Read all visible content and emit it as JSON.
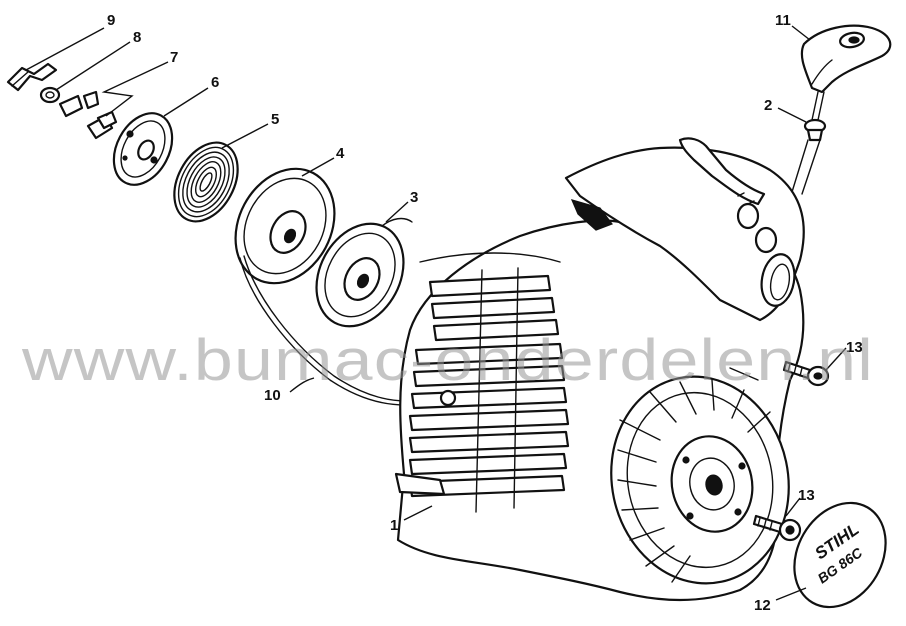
{
  "watermark": "www.bumac-onderdelen.nl",
  "cover_brand": "STIHL",
  "cover_model": "BG 86C",
  "callouts": {
    "c1": "1",
    "c2": "2",
    "c3": "3",
    "c4": "4",
    "c5": "5",
    "c6": "6",
    "c7": "7",
    "c8": "8",
    "c9": "9",
    "c10": "10",
    "c11": "11",
    "c12": "12",
    "c13": "13",
    "c13b": "13"
  }
}
